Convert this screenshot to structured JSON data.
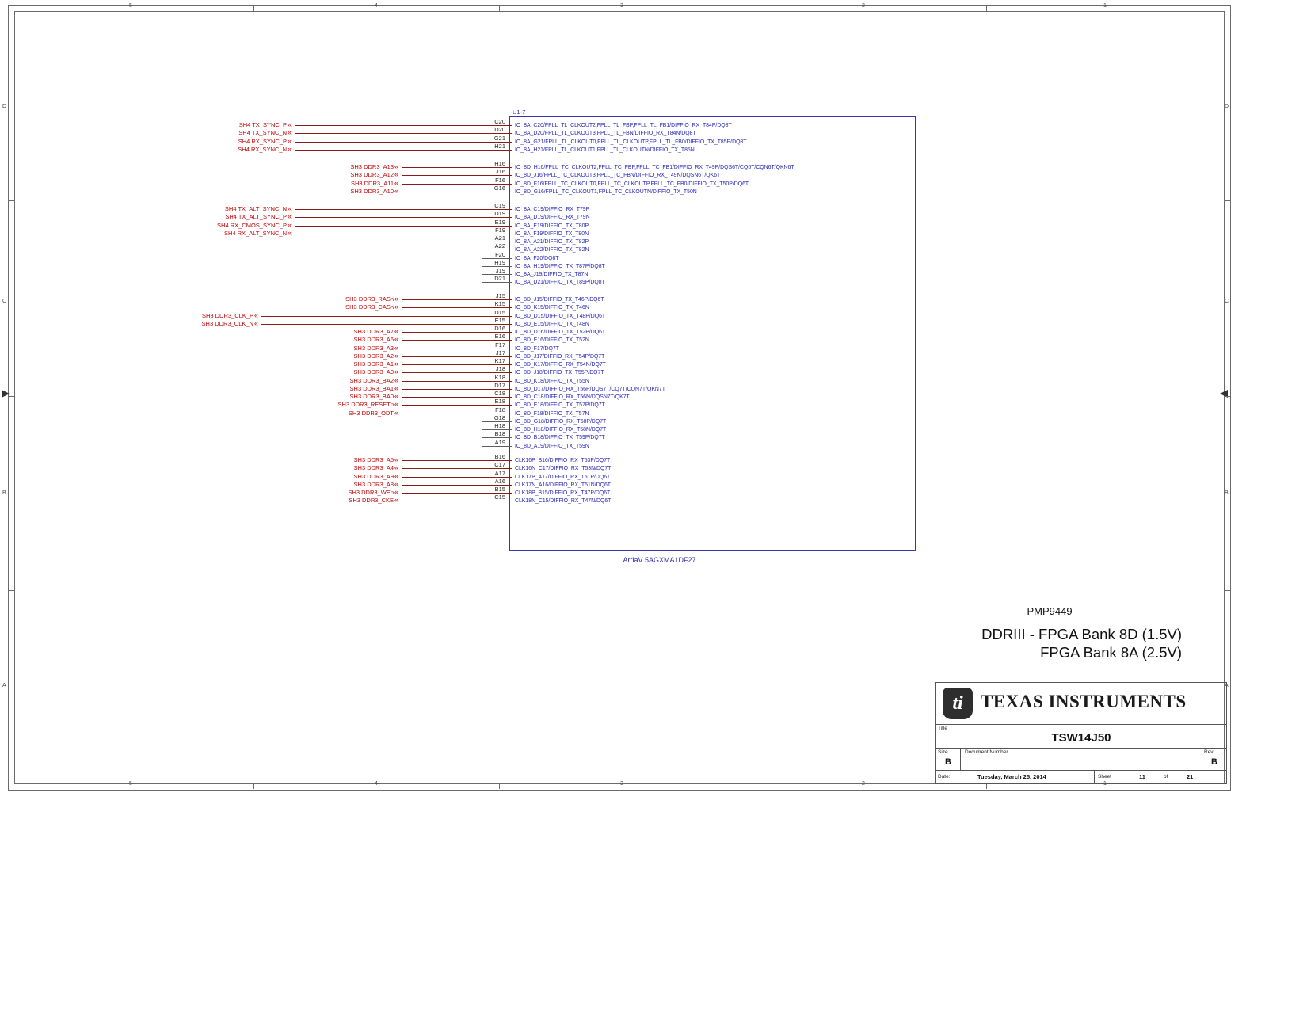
{
  "frame": {
    "zone_cols": [
      "5",
      "4",
      "3",
      "2",
      "1"
    ],
    "zone_rows": [
      "D",
      "C",
      "B",
      "A"
    ]
  },
  "component": {
    "ref": "U1-7",
    "part": "ArriaV 5AGXMA1DF27",
    "groups": [
      {
        "rows": [
          {
            "net": "SH4  TX_SYNC_P",
            "pin": "C20",
            "io": "IO_8A_C20/FPLL_TL_CLKOUT2,FPLL_TL_FBP,FPLL_TL_FB1/DIFFIO_RX_T84P/DQ8T"
          },
          {
            "net": "SH4  TX_SYNC_N",
            "pin": "D20",
            "io": "IO_8A_D20/FPLL_TL_CLKOUT3,FPLL_TL_FBN/DIFFIO_RX_T84N/DQ8T"
          },
          {
            "net": "SH4  RX_SYNC_P",
            "pin": "G21",
            "io": "IO_8A_G21/FPLL_TL_CLKOUT0,FPLL_TL_CLKOUTP,FPLL_TL_FB0/DIFFIO_TX_T85P/DQ8T"
          },
          {
            "net": "SH4  RX_SYNC_N",
            "pin": "H21",
            "io": "IO_8A_H21/FPLL_TL_CLKOUT1,FPLL_TL_CLKOUTN/DIFFIO_TX_T85N"
          }
        ]
      },
      {
        "rows": [
          {
            "net": "SH3  DDR3_A13",
            "pin": "H16",
            "io": "IO_8D_H16/FPLL_TC_CLKOUT2,FPLL_TC_FBP,FPLL_TC_FB1/DIFFIO_RX_T49P/DQS6T/CQ6T/CQN6T/QKN6T"
          },
          {
            "net": "SH3  DDR3_A12",
            "pin": "J16",
            "io": "IO_8D_J16/FPLL_TC_CLKOUT3,FPLL_TC_FBN/DIFFIO_RX_T49N/DQSN6T/QK6T"
          },
          {
            "net": "SH3  DDR3_A11",
            "pin": "F16",
            "io": "IO_8D_F16/FPLL_TC_CLKOUT0,FPLL_TC_CLKOUTP,FPLL_TC_FB0/DIFFIO_TX_T50P/DQ6T"
          },
          {
            "net": "SH3  DDR3_A10",
            "pin": "G16",
            "io": "IO_8D_G16/FPLL_TC_CLKOUT1,FPLL_TC_CLKOUTN/DIFFIO_TX_T50N"
          }
        ]
      },
      {
        "rows": [
          {
            "net": "SH4  TX_ALT_SYNC_N",
            "pin": "C19",
            "io": "IO_8A_C19/DIFFIO_RX_T79P"
          },
          {
            "net": "SH4  TX_ALT_SYNC_P",
            "pin": "D19",
            "io": "IO_8A_D19/DIFFIO_RX_T79N"
          },
          {
            "net": "SH4  RX_CMOS_SYNC_P",
            "pin": "E19",
            "io": "IO_8A_E19/DIFFIO_TX_T80P"
          },
          {
            "net": "SH4  RX_ALT_SYNC_N",
            "pin": "F19",
            "io": "IO_8A_F19/DIFFIO_TX_T80N"
          },
          {
            "pin": "A21",
            "io": "IO_8A_A21/DIFFIO_TX_T82P"
          },
          {
            "pin": "A22",
            "io": "IO_8A_A22/DIFFIO_TX_T82N"
          },
          {
            "pin": "F20",
            "io": "IO_8A_F20/DQ8T"
          },
          {
            "pin": "H19",
            "io": "IO_8A_H19/DIFFIO_TX_T87P/DQ8T"
          },
          {
            "pin": "J19",
            "io": "IO_8A_J19/DIFFIO_TX_T87N"
          },
          {
            "pin": "D21",
            "io": "IO_8A_D21/DIFFIO_TX_T89P/DQ8T"
          }
        ]
      },
      {
        "rows": [
          {
            "net": "SH3  DDR3_RASn",
            "pin": "J15",
            "io": "IO_8D_J15/DIFFIO_TX_T46P/DQ6T"
          },
          {
            "net": "SH3  DDR3_CASn",
            "pin": "K15",
            "io": "IO_8D_K15/DIFFIO_TX_T46N"
          },
          {
            "net": "SH3  DDR3_CLK_P",
            "pin": "D15",
            "io": "IO_8D_D15/DIFFIO_TX_T48P/DQ6T"
          },
          {
            "net": "SH3  DDR3_CLK_N",
            "pin": "E15",
            "io": "IO_8D_E15/DIFFIO_TX_T48N"
          },
          {
            "net": "SH3  DDR3_A7",
            "pin": "D16",
            "io": "IO_8D_D16/DIFFIO_TX_T52P/DQ6T"
          },
          {
            "net": "SH3  DDR3_A6",
            "pin": "E16",
            "io": "IO_8D_E16/DIFFIO_TX_T52N"
          },
          {
            "net": "SH3  DDR3_A3",
            "pin": "F17",
            "io": "IO_8D_F17/DQ7T"
          },
          {
            "net": "SH3  DDR3_A2",
            "pin": "J17",
            "io": "IO_8D_J17/DIFFIO_RX_T54P/DQ7T"
          },
          {
            "net": "SH3  DDR3_A1",
            "pin": "K17",
            "io": "IO_8D_K17/DIFFIO_RX_T54N/DQ7T"
          },
          {
            "net": "SH3  DDR3_A0",
            "pin": "J18",
            "io": "IO_8D_J18/DIFFIO_TX_T55P/DQ7T"
          },
          {
            "net": "SH3  DDR3_BA2",
            "pin": "K18",
            "io": "IO_8D_K18/DIFFIO_TX_T55N"
          },
          {
            "net": "SH3  DDR3_BA1",
            "pin": "D17",
            "io": "IO_8D_D17/DIFFIO_RX_T56P/DQS7T/CQ7T/CQN7T/QKN7T"
          },
          {
            "net": "SH3  DDR3_BA0",
            "pin": "C18",
            "io": "IO_8D_C18/DIFFIO_RX_T56N/DQSN7T/QK7T"
          },
          {
            "net": "SH3  DDR3_RESETn",
            "pin": "E18",
            "io": "IO_8D_E18/DIFFIO_TX_T57P/DQ7T"
          },
          {
            "net": "SH3  DDR3_ODT",
            "pin": "F18",
            "io": "IO_8D_F18/DIFFIO_TX_T57N"
          },
          {
            "pin": "G18",
            "io": "IO_8D_G18/DIFFIO_RX_T58P/DQ7T"
          },
          {
            "pin": "H18",
            "io": "IO_8D_H18/DIFFIO_RX_T58N/DQ7T"
          },
          {
            "pin": "B18",
            "io": "IO_8D_B18/DIFFIO_TX_T59P/DQ7T"
          },
          {
            "pin": "A19",
            "io": "IO_8D_A19/DIFFIO_TX_T59N"
          }
        ]
      },
      {
        "rows": [
          {
            "net": "SH3  DDR3_A5",
            "pin": "B16",
            "io": "CLK16P_B16/DIFFIO_RX_T53P/DQ7T"
          },
          {
            "net": "SH3  DDR3_A4",
            "pin": "C17",
            "io": "CLK16N_C17/DIFFIO_RX_T53N/DQ7T"
          },
          {
            "net": "SH3  DDR3_A9",
            "pin": "A17",
            "io": "CLK17P_A17/DIFFIO_RX_T51P/DQ6T"
          },
          {
            "net": "SH3  DDR3_A8",
            "pin": "A16",
            "io": "CLK17N_A16/DIFFIO_RX_T51N/DQ6T"
          },
          {
            "net": "SH3  DDR3_WEn",
            "pin": "B15",
            "io": "CLK18P_B15/DIFFIO_RX_T47P/DQ6T"
          },
          {
            "net": "SH3  DDR3_CKE",
            "pin": "C15",
            "io": "CLK18N_C15/DIFFIO_RX_T47N/DQ6T"
          }
        ]
      }
    ]
  },
  "notes": {
    "project": "PMP9449",
    "title_line1": "DDRIII - FPGA Bank 8D (1.5V)",
    "title_line2": "FPGA Bank 8A (2.5V)"
  },
  "title_block": {
    "logo_monogram": "ti",
    "brand": "TEXAS INSTRUMENTS",
    "title_label": "Title",
    "title": "TSW14J50",
    "size_label": "Size",
    "size": "B",
    "doc_label": "Document Number",
    "doc_number": "",
    "rev_label": "Rev",
    "rev": "B",
    "date_label": "Date:",
    "date": "Tuesday, March 25, 2014",
    "sheet_label": "Sheet",
    "sheet": "11",
    "of_label": "of",
    "sheet_total": "21"
  }
}
